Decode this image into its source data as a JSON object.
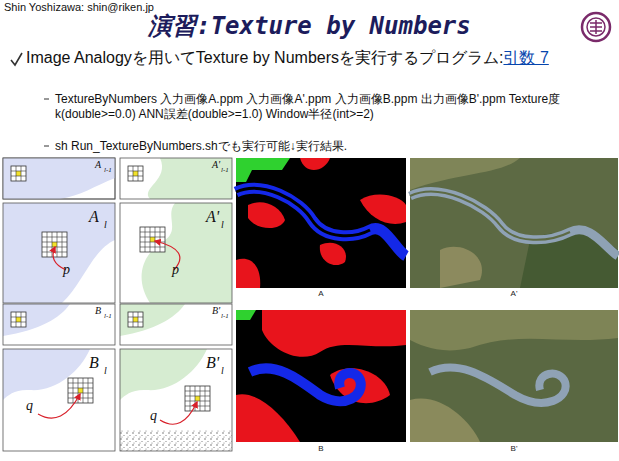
{
  "diagram": {
    "title": "演習:Texture by Numbers",
    "labels": [
      "Shin Yoshizawa: shin@riken.jp",
      "Image Analogyを用いてTexture by Numbersを実行するプログラム:",
      "引数 7",
      "TextureByNumbers 入力画像A.ppm 入力画像A'.ppm 入力画像B.ppm 出力画像B'.ppm Texture度k(double>=0.0) ANN誤差(double>=1.0) Window半径(int>=2)",
      "sh Run_TextureByNumbers.shでも実行可能↓実行結果.",
      "A",
      "l-1",
      "A",
      "l",
      "p",
      "A'",
      "l-1",
      "A'",
      "l",
      "p",
      "B",
      "l-1",
      "B",
      "l",
      "q",
      "B'",
      "l-1",
      "B'",
      "l",
      "q",
      "A",
      "A'",
      "B",
      "B'"
    ]
  }
}
